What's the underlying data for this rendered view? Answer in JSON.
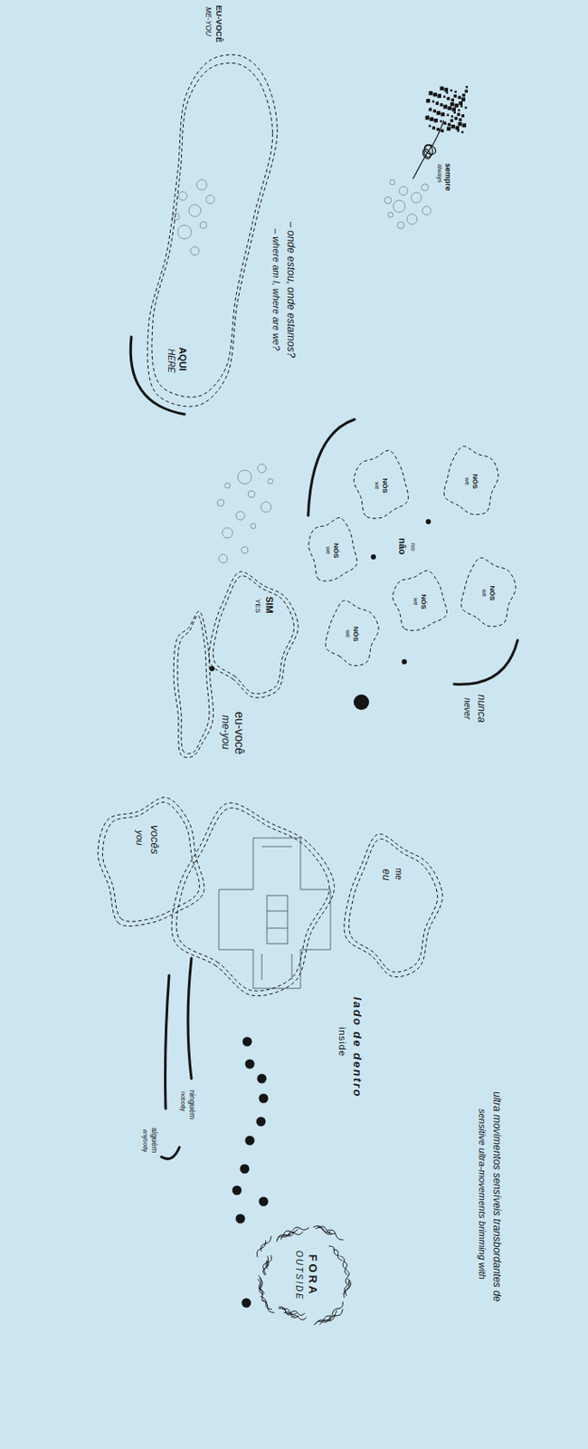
{
  "diagram": {
    "nodes": [
      {
        "text": [
          "EU-VOCÊ",
          "ME-YOU",
          "AQUI",
          "HERE"
        ]
      },
      {
        "text": [
          "NÓS",
          "we"
        ]
      },
      {
        "text": [
          "NÓS",
          "we"
        ]
      },
      {
        "text": [
          "NÓS",
          "we"
        ]
      },
      {
        "text": [
          "NÓS",
          "we"
        ]
      },
      {
        "text": [
          "NÓS",
          "we"
        ]
      },
      {
        "text": [
          "NÓS",
          "we"
        ]
      },
      {
        "text": [
          "SIM",
          "YES"
        ]
      },
      {
        "text": [
          "me",
          "eu"
        ]
      },
      {
        "text": [
          "vocês",
          "you"
        ]
      },
      {
        "text": [
          "FORA",
          "OUTSIDE"
        ]
      }
    ],
    "labels": [
      "sempre",
      "always",
      "– onde estou, onde estamos?",
      "– where am I, where are we?",
      "no",
      "não",
      "nunca",
      "never",
      "eu-você",
      "me-you",
      "lado de dentro",
      "inside",
      "ninguém",
      "nobody",
      "alguém",
      "anybody",
      "ultra movimentos sensíveis transbordantes de",
      "sensitive ultra-movements brimming with"
    ]
  }
}
